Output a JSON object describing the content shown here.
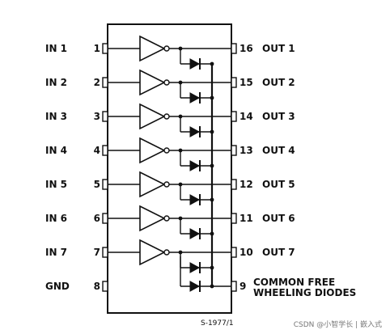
{
  "inputs": [
    {
      "name": "IN 1",
      "pin": "1"
    },
    {
      "name": "IN 2",
      "pin": "2"
    },
    {
      "name": "IN 3",
      "pin": "3"
    },
    {
      "name": "IN 4",
      "pin": "4"
    },
    {
      "name": "IN 5",
      "pin": "5"
    },
    {
      "name": "IN 6",
      "pin": "6"
    },
    {
      "name": "IN 7",
      "pin": "7"
    }
  ],
  "outputs": [
    {
      "name": "OUT 1",
      "pin": "16"
    },
    {
      "name": "OUT 2",
      "pin": "15"
    },
    {
      "name": "OUT 3",
      "pin": "14"
    },
    {
      "name": "OUT 4",
      "pin": "13"
    },
    {
      "name": "OUT 5",
      "pin": "12"
    },
    {
      "name": "OUT 6",
      "pin": "11"
    },
    {
      "name": "OUT 7",
      "pin": "10"
    }
  ],
  "gnd": {
    "name": "GND",
    "pin": "8"
  },
  "common": {
    "pin": "9",
    "line1": "COMMON FREE",
    "line2": "WHEELING DIODES"
  },
  "figure_code": "S-1977/1",
  "watermark": "CSDN @小智学长 | 嵌入式"
}
